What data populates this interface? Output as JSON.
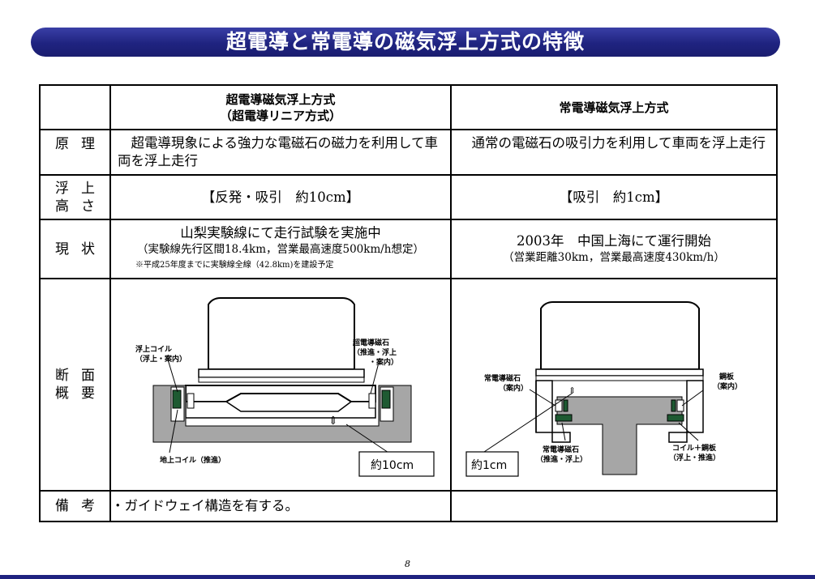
{
  "title": "超電導と常電導の磁気浮上方式の特徴",
  "columns": {
    "superconducting": {
      "line1": "超電導磁気浮上方式",
      "line2": "（超電導リニア方式）"
    },
    "normal": {
      "line1": "常電導磁気浮上方式"
    }
  },
  "rows": {
    "principle": {
      "head_left": "原",
      "head_right": "理",
      "superconducting": "　超電導現象による強力な電磁石の磁力を利用して車両を浮上走行",
      "normal": "　通常の電磁石の吸引力を利用して車両を浮上走行"
    },
    "levitation": {
      "head_top_left": "浮",
      "head_top_right": "上",
      "head_bottom_left": "高",
      "head_bottom_right": "さ",
      "superconducting": "【反発・吸引　約10cm】",
      "normal": "【吸引　約1cm】"
    },
    "status": {
      "head_left": "現",
      "head_right": "状",
      "superconducting_main": "山梨実験線にて走行試験を実施中",
      "superconducting_sub": "（実験線先行区間18.4km，営業最高速度500km/h想定）",
      "superconducting_note": "※平成25年度までに実験線全線（42.8km)を建設予定",
      "normal_main": "2003年　中国上海にて運行開始",
      "normal_sub": "（営業距離30km，営業最高速度430km/h）"
    },
    "cross_section": {
      "head_top_left": "断",
      "head_top_right": "面",
      "head_bottom_left": "概",
      "head_bottom_right": "要",
      "superconducting_labels": {
        "levitation_coil_1": "浮上コイル",
        "levitation_coil_2": "（浮上・案内）",
        "sc_magnet_1": "超電導磁石",
        "sc_magnet_2": "（推進・浮上",
        "sc_magnet_3": "・案内）",
        "ground_coil": "地上コイル（推進）",
        "gap": "約10cm"
      },
      "normal_labels": {
        "nc_magnet_1": "常電導磁石",
        "nc_magnet_2": "（案内）",
        "steel_plate_1": "鋼板",
        "steel_plate_2": "（案内）",
        "nc_magnet_b1": "常電導磁石",
        "nc_magnet_b2": "（推進・浮上）",
        "coil_plate_1": "コイル＋鋼板",
        "coil_plate_2": "（浮上・推進）",
        "gap": "約1cm"
      }
    },
    "remarks": {
      "head_left": "備",
      "head_right": "考",
      "superconducting": "・ガイドウェイ構造を有する。",
      "normal": ""
    }
  },
  "page_number": "8",
  "colors": {
    "title_bar": "#1f2380",
    "guideway": "#a6a6a6",
    "magnet": "#1e5a32"
  }
}
